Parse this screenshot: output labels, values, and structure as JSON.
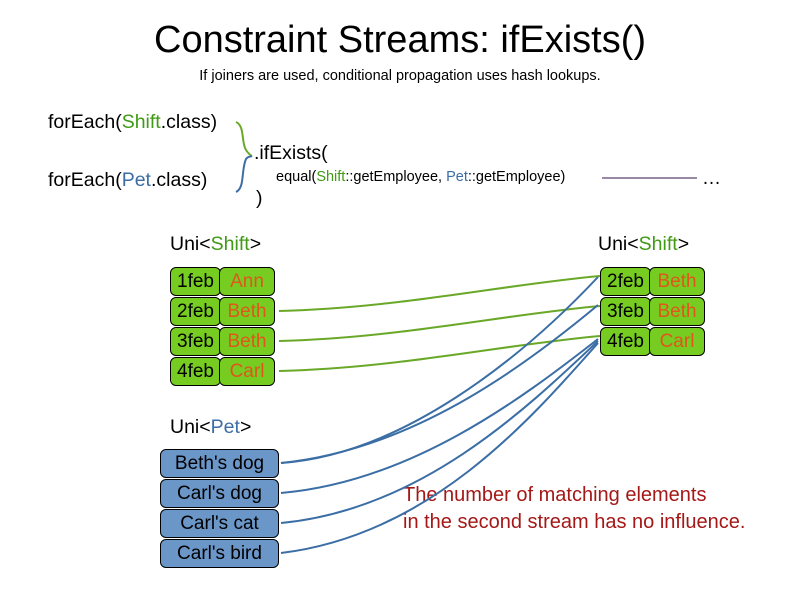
{
  "slide": {
    "title": "Constraint Streams: ifExists()",
    "subtitle": "If joiners are used, conditional propagation uses hash lookups."
  },
  "code": {
    "foreach_shift": {
      "prefix": "forEach(",
      "type": "Shift",
      "suffix": ".class)"
    },
    "foreach_pet": {
      "prefix": "forEach(",
      "type": "Pet",
      "suffix": ".class)"
    },
    "ifexists": ".ifExists(",
    "equal": {
      "prefix": "equal(",
      "left_type": "Shift",
      "left_method": "::getEmployee, ",
      "right_type": "Pet",
      "right_method": "::getEmployee)"
    },
    "close_paren": ")",
    "ellipsis": "…"
  },
  "streams": {
    "shift_left": {
      "label_prefix": "Uni<",
      "label_type": "Shift",
      "label_suffix": ">",
      "rows": [
        {
          "date": "1feb",
          "employee": "Ann"
        },
        {
          "date": "2feb",
          "employee": "Beth"
        },
        {
          "date": "3feb",
          "employee": "Beth"
        },
        {
          "date": "4feb",
          "employee": "Carl"
        }
      ]
    },
    "shift_right": {
      "label_prefix": "Uni<",
      "label_type": "Shift",
      "label_suffix": ">",
      "rows": [
        {
          "date": "2feb",
          "employee": "Beth"
        },
        {
          "date": "3feb",
          "employee": "Beth"
        },
        {
          "date": "4feb",
          "employee": "Carl"
        }
      ]
    },
    "pet": {
      "label_prefix": "Uni<",
      "label_type": "Pet",
      "label_suffix": ">",
      "rows": [
        {
          "name": "Beth's dog"
        },
        {
          "name": "Carl's dog"
        },
        {
          "name": "Carl's cat"
        },
        {
          "name": "Carl's bird"
        }
      ]
    }
  },
  "annotation": {
    "line1": "The number of matching elements",
    "line2": "in the second stream has no influence."
  },
  "colors": {
    "shift_green": "#77cc22",
    "shift_type_text": "#3f9a14",
    "employee_orange": "#e0561c",
    "pet_blue": "#6b96c8",
    "pet_type_text": "#3a6ea5",
    "annotation_red": "#a41818",
    "wire_green": "#6aa828",
    "wire_blue": "#3a6ea5",
    "joiner_line_purple": "#8a7a9a",
    "box_border": "#000000",
    "background": "#ffffff"
  }
}
